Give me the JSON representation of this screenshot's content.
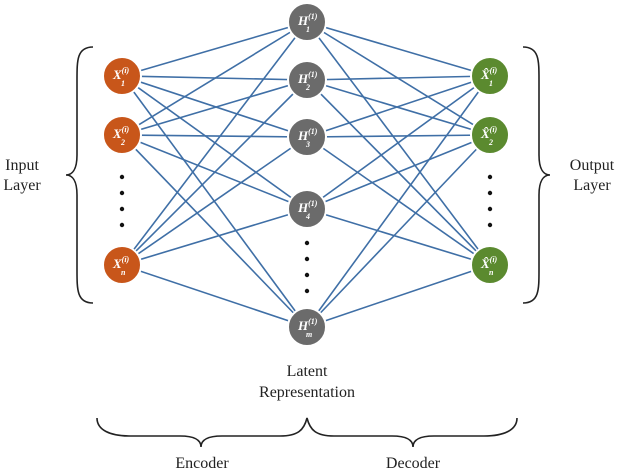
{
  "colors": {
    "input_node": "#c8561a",
    "hidden_node": "#6b6b6b",
    "output_node": "#5b8a2f",
    "edge": "#3f6fa6"
  },
  "labels": {
    "input_layer": [
      "Input",
      "Layer"
    ],
    "output_layer": [
      "Output",
      "Layer"
    ],
    "latent": [
      "Latent",
      "Representation"
    ],
    "encoder": "Encoder",
    "decoder": "Decoder"
  },
  "nodes": {
    "input": [
      {
        "base": "X",
        "sub": "1",
        "sup": "(i)"
      },
      {
        "base": "X",
        "sub": "2",
        "sup": "(i)"
      },
      {
        "base": "X",
        "sub": "n",
        "sup": "(i)"
      }
    ],
    "hidden": [
      {
        "base": "H",
        "sub": "1",
        "sup": "(1)"
      },
      {
        "base": "H",
        "sub": "2",
        "sup": "(1)"
      },
      {
        "base": "H",
        "sub": "3",
        "sup": "(1)"
      },
      {
        "base": "H",
        "sub": "4",
        "sup": "(1)"
      },
      {
        "base": "H",
        "sub": "m",
        "sup": "(1)"
      }
    ],
    "output": [
      {
        "base": "X̂",
        "sub": "1",
        "sup": "(i)"
      },
      {
        "base": "X̂",
        "sub": "2",
        "sup": "(i)"
      },
      {
        "base": "X̂",
        "sub": "n",
        "sup": "(i)"
      }
    ]
  }
}
